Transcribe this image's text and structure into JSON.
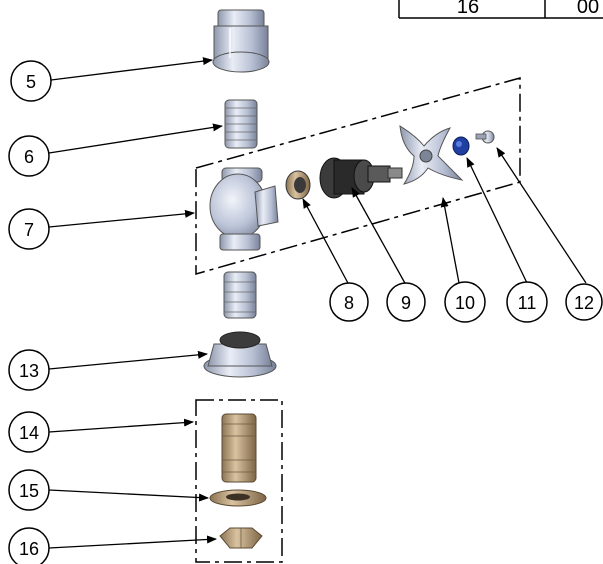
{
  "table": {
    "cells": [
      "16",
      "00"
    ]
  },
  "callouts": [
    {
      "id": "5",
      "label": "5"
    },
    {
      "id": "6",
      "label": "6"
    },
    {
      "id": "7",
      "label": "7"
    },
    {
      "id": "8",
      "label": "8"
    },
    {
      "id": "9",
      "label": "9"
    },
    {
      "id": "10",
      "label": "10"
    },
    {
      "id": "11",
      "label": "11"
    },
    {
      "id": "12",
      "label": "12"
    },
    {
      "id": "13",
      "label": "13"
    },
    {
      "id": "14",
      "label": "14"
    },
    {
      "id": "15",
      "label": "15"
    },
    {
      "id": "16",
      "label": "16"
    }
  ],
  "colors": {
    "chrome": "#b9c1d6",
    "brass": "#b59a78",
    "dark": "#2c2c2c",
    "blue": "#1f3fa3"
  }
}
